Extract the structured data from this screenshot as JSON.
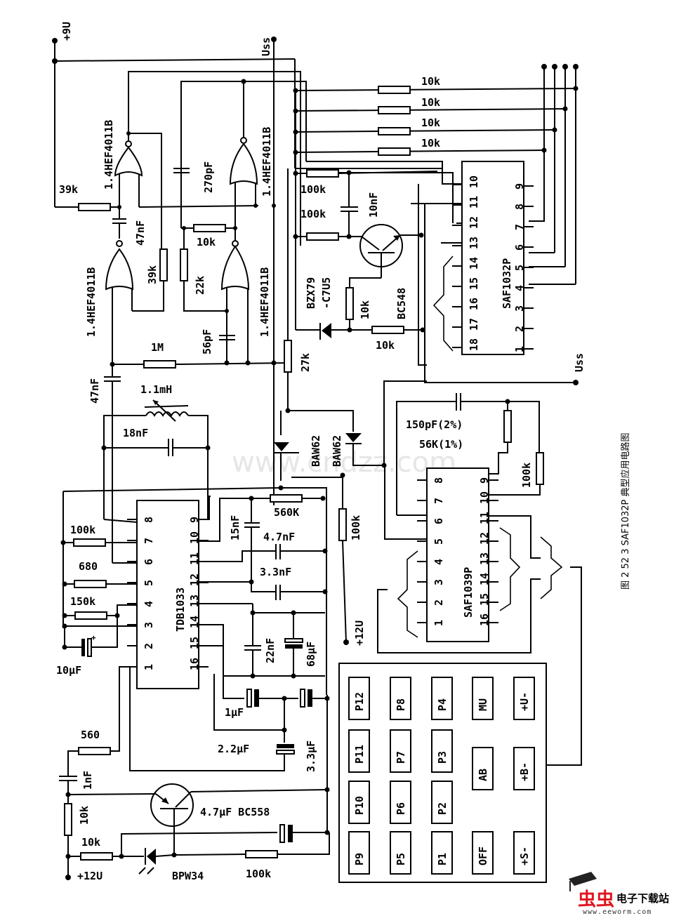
{
  "figure": {
    "caption": "图 2  52  3  SAF1032P 典型应用电路图",
    "orientation": "rotated 90° (landscape schematic printed sideways)"
  },
  "rails": {
    "plus9v": "+9U",
    "vss_top": "Uss",
    "vss_right": "Uss",
    "plus12v_mid": "+12U",
    "plus12v_bottom": "+12U"
  },
  "gates": [
    {
      "id": "g1",
      "label": "1.4HEF4011B"
    },
    {
      "id": "g2",
      "label": "1.4HEF4011B"
    },
    {
      "id": "g3",
      "label": "1.4HEF4011B"
    },
    {
      "id": "g4",
      "label": "1.4HEF4011B"
    }
  ],
  "ics": {
    "saf1032p": {
      "name": "SAF1032P",
      "pins_left": [
        "18",
        "17",
        "16",
        "15",
        "14",
        "13",
        "12",
        "11",
        "10"
      ],
      "pins_right": [
        "1",
        "2",
        "3",
        "4",
        "5",
        "6",
        "7",
        "8",
        "9"
      ]
    },
    "tdb1033": {
      "name": "TDB1033",
      "pins_left": [
        "1",
        "2",
        "3",
        "4",
        "5",
        "6",
        "7",
        "8"
      ],
      "pins_right": [
        "16",
        "15",
        "14",
        "13",
        "12",
        "11",
        "10",
        "9"
      ]
    },
    "saf1039p": {
      "name": "SAF1039P",
      "pins_left": [
        "1",
        "2",
        "3",
        "4",
        "5",
        "6",
        "7",
        "8"
      ],
      "pins_right": [
        "16",
        "15",
        "14",
        "13",
        "12",
        "11",
        "10",
        "9"
      ]
    }
  },
  "components": {
    "r_top_10k": [
      "10k",
      "10k",
      "10k",
      "10k"
    ],
    "r_39k_a": "39k",
    "c_47nf_a": "47nF",
    "r_39k_b": "39k",
    "c_270pf": "270pF",
    "r_10k_gate": "10k",
    "r_22k": "22k",
    "c_56pf": "56pF",
    "r_1m": "1M",
    "c_47nf_b": "47nF",
    "l_1_1mh": "1.1mH",
    "c_18nf": "18nF",
    "r_27k": "27k",
    "r_100k_a": "100k",
    "r_100k_b": "100k",
    "c_10nf": "10nF",
    "zener": "BZX79\n-C7U5",
    "zener_line1": "BZX79",
    "zener_line2": "-C7U5",
    "r_10k_base": "10k",
    "r_10k_emitter": "10k",
    "q_bc548": "BC548",
    "d_baw62_a": "BAW62",
    "d_baw62_b": "BAW62",
    "c_150pf": "150pF(2%)",
    "r_56k": "56K(1%)",
    "r_100k_c": "100k",
    "r_100k_d": "100k",
    "r_560k": "560K",
    "c_15nf": "15nF",
    "c_4_7nf": "4.7nF",
    "c_3_3nf": "3.3nF",
    "r_100k_e": "100k",
    "r_680": "680",
    "r_150k": "150k",
    "c_10uf": "10μF",
    "c_22nf": "22nF",
    "c_68uf": "68μF",
    "c_1uf": "1μF",
    "c_2_2uf": "2.2μF",
    "c_3_3uf": "3.3μF",
    "r_560": "560",
    "c_1nf": "1nF",
    "r_10k_led": "10k",
    "r_10k_b2": "10k",
    "q_bc558": "4.7μF BC558",
    "d_bpw34": "BPW34",
    "r_100k_f": "100k"
  },
  "keypad": {
    "rows": [
      [
        "P12",
        "P11",
        "P10",
        "P9"
      ],
      [
        "P8",
        "P7",
        "P6",
        "P5"
      ],
      [
        "P4",
        "P3",
        "P2",
        "P1"
      ],
      [
        "MU",
        "AB",
        "OFF"
      ],
      [
        "+U-",
        "+B-",
        "+S-"
      ]
    ]
  },
  "watermark": {
    "center": "www.cndzz.com",
    "logo_cn": "电子下载站",
    "logo_bug": "虫虫",
    "logo_url": "www.eeworm.com"
  }
}
